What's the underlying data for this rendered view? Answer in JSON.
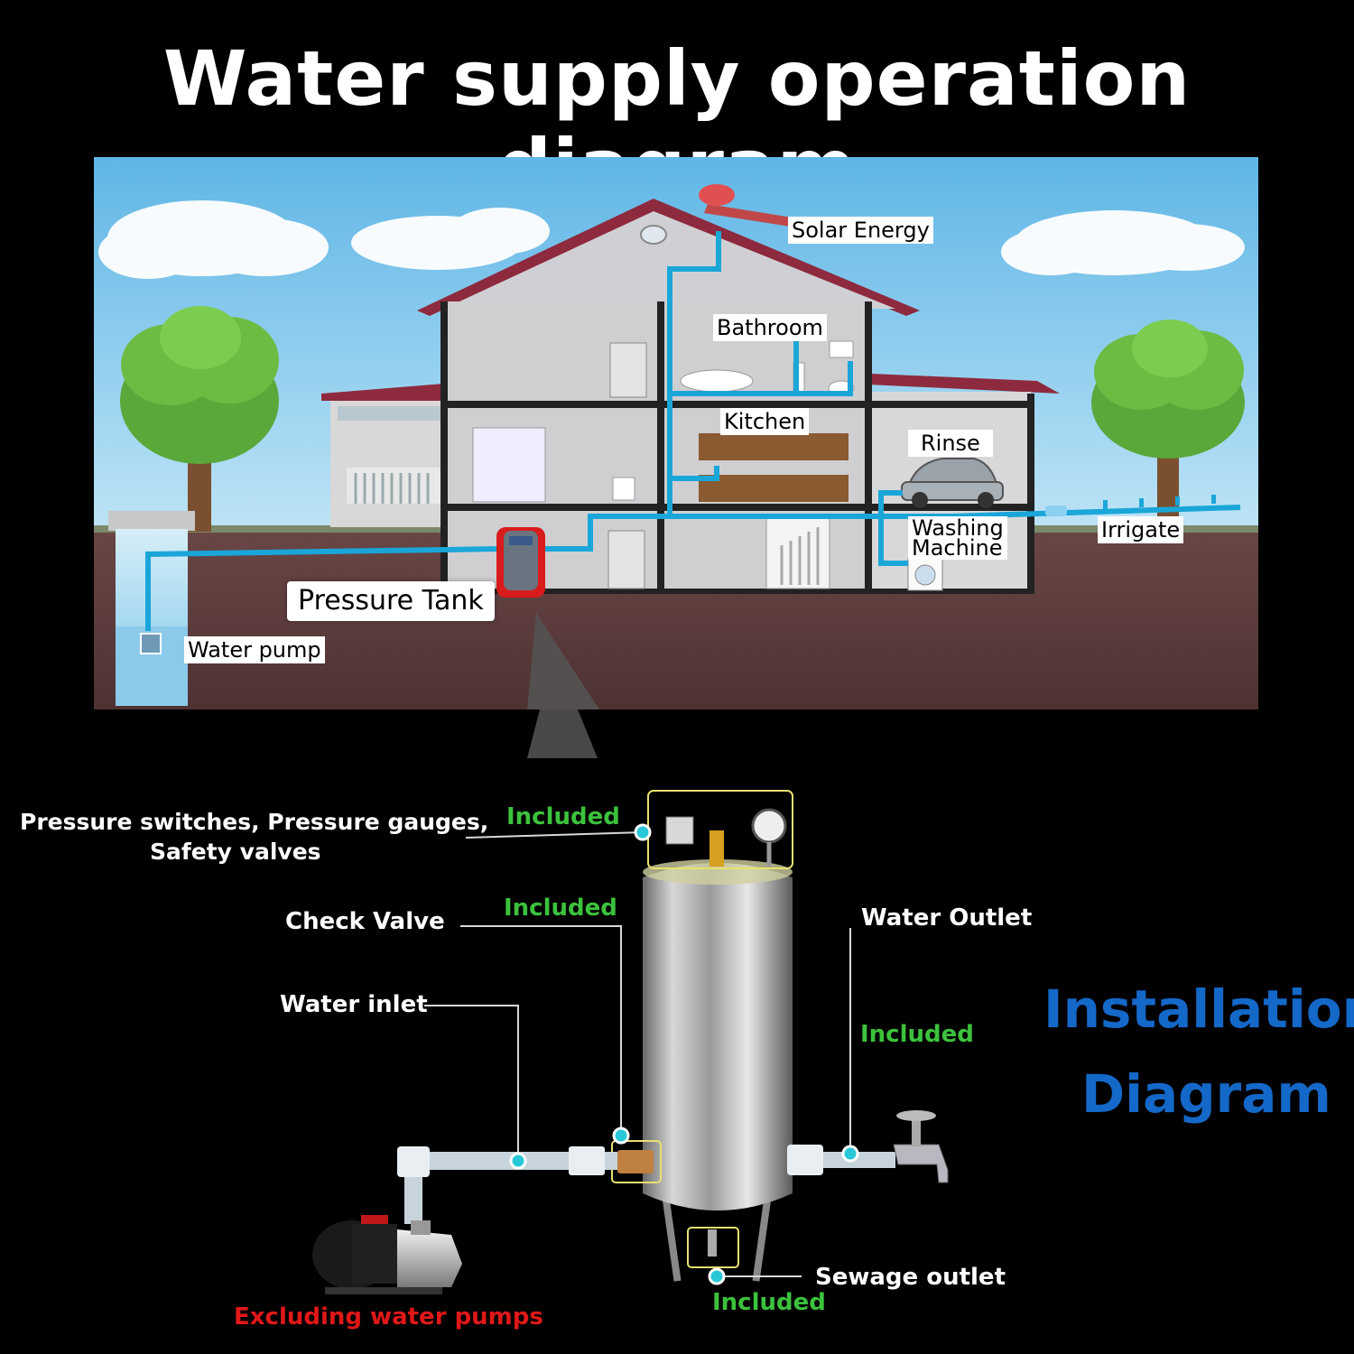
{
  "title": "Water supply operation diagram",
  "scene_labels": {
    "solar": "Solar Energy",
    "bathroom": "Bathroom",
    "kitchen": "Kitchen",
    "rinse": "Rinse",
    "washing_line1": "Washing",
    "washing_line2": "Machine",
    "irrigate": "Irrigate",
    "pressure_tank": "Pressure Tank",
    "water_pump": "Water pump"
  },
  "installation": {
    "components": {
      "pressure_switches_line1": "Pressure switches, Pressure gauges,",
      "pressure_switches_line2": "Safety valves",
      "check_valve": "Check Valve",
      "water_inlet": "Water inlet",
      "water_outlet": "Water Outlet",
      "sewage_outlet": "Sewage outlet"
    },
    "included_label": "Included",
    "excluded_label": "Excluding water pumps",
    "heading_line1": "Installation",
    "heading_line2": "Diagram"
  },
  "colors": {
    "pipe": "#1aa6d8",
    "included": "#3cc23c",
    "excluded": "#e01818",
    "heading": "#1468c8",
    "marker": "#28c8d8",
    "sky": "#62b8e6",
    "ground": "#5a3a3a",
    "roof": "#8e2a3e"
  }
}
